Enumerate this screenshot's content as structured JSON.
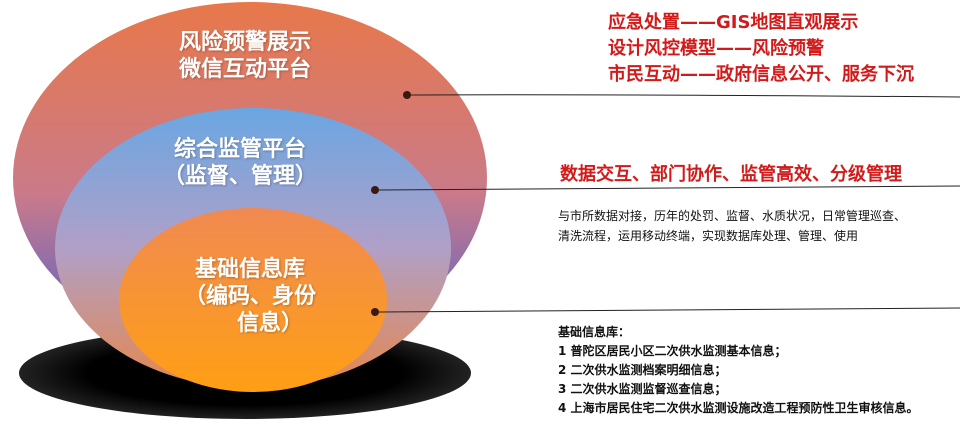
{
  "diagram": {
    "colors": {
      "outer_top": "#e8784a",
      "outer_bottom": "#4a5fd0",
      "middle_top": "#6aa6e2",
      "middle_bottom": "#e5874e",
      "inner_top": "#f08a52",
      "inner_bottom": "#ff9f14",
      "base": "#000000",
      "accent_red": "#d21a1a"
    },
    "layers": {
      "outer": {
        "lines": [
          "风险预警展示",
          "微信互动平台"
        ]
      },
      "middle": {
        "lines": [
          "综合监管平台",
          "（监督、管理）"
        ]
      },
      "inner": {
        "lines": [
          "基础信息库",
          "（编码、身份",
          "信息）"
        ]
      }
    },
    "annotations": {
      "outer": {
        "lines": [
          "应急处置——GIS地图直观展示",
          "设计风控模型——风险预警",
          "市民互动——政府信息公开、服务下沉"
        ]
      },
      "middle": {
        "title": "数据交互、部门协作、监管高效、分级管理",
        "lines": [
          "与市所数据对接，历年的处罚、监督、水质状况，日常管理巡查、",
          "清洗流程，运用移动终端，实现数据库处理、管理、使用"
        ]
      },
      "inner": {
        "lines": [
          "基础信息库：",
          "1 普陀区居民小区二次供水监测基本信息；",
          "2 二次供水监测档案明细信息；",
          "3 二次供水监测监督巡查信息；",
          "4 上海市居民住宅二次供水监测设施改造工程预防性卫生审核信息。"
        ]
      }
    }
  }
}
